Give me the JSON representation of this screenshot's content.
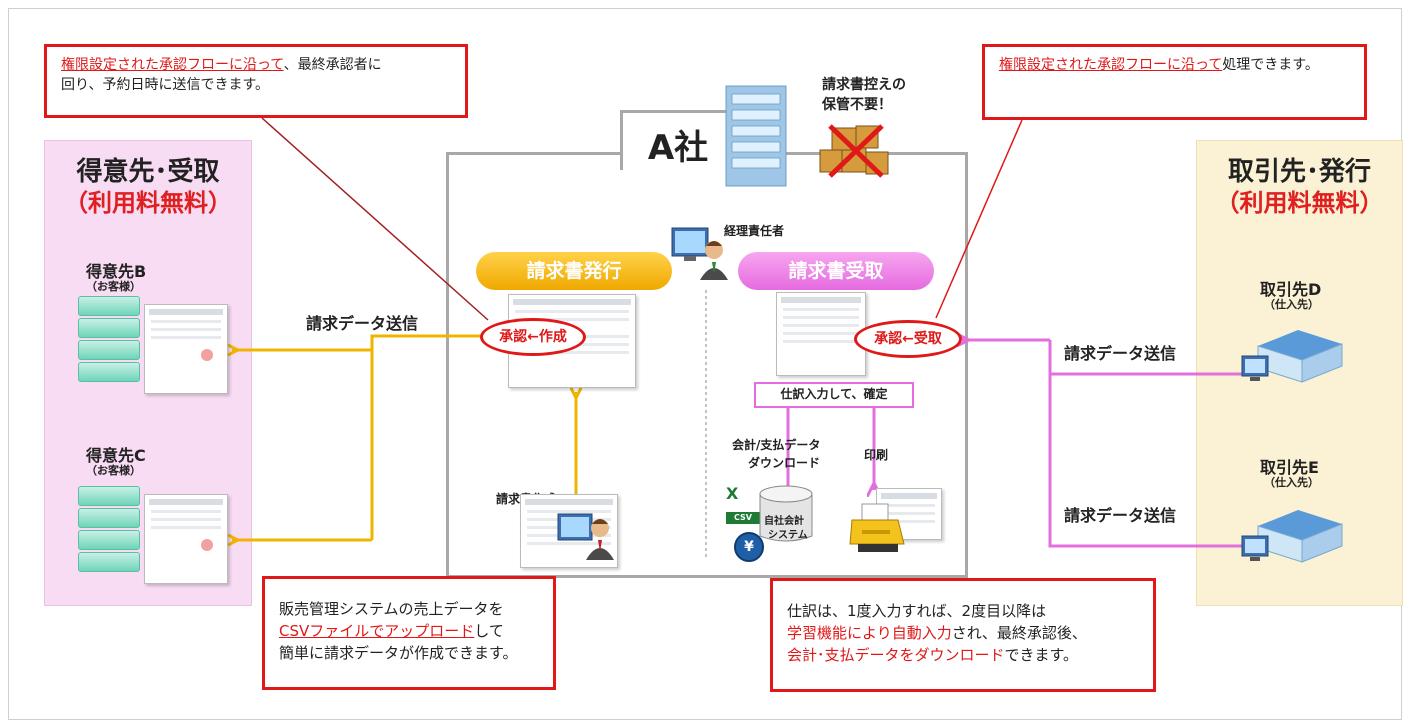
{
  "company": {
    "name": "A社",
    "storage_note": [
      "請求書控えの",
      "保管不要！"
    ]
  },
  "left_panel": {
    "title": "得意先･受取",
    "subtitle": "（利用料無料）",
    "clients": [
      {
        "name": "得意先B",
        "note": "（お客様）"
      },
      {
        "name": "得意先C",
        "note": "（お客様）"
      }
    ]
  },
  "right_panel": {
    "title": "取引先･発行",
    "subtitle": "（利用料無料）",
    "suppliers": [
      {
        "name": "取引先D",
        "note": "（仕入先）"
      },
      {
        "name": "取引先E",
        "note": "（仕入先）"
      }
    ]
  },
  "center": {
    "manager_label": "経理責任者",
    "issue_pill": "請求書発行",
    "receive_pill": "請求書受取",
    "approve_create": "承認←作成",
    "approve_receive": "承認←受取",
    "journal_box": "仕訳入力して、確定",
    "download_label": [
      "会計/支払データ",
      "ダウンロード"
    ],
    "print_label": "印刷",
    "excel_mark": "X",
    "csv_mark": "CSV",
    "system_label": [
      "自社会計",
      "システム"
    ],
    "yen_mark": "¥",
    "invoice_creation": "請求書作成"
  },
  "flow_labels": {
    "send_left": "請求データ送信",
    "send_right_1": "請求データ送信",
    "send_right_2": "請求データ送信"
  },
  "callouts": {
    "top_left": {
      "highlight": "権限設定された承認フローに沿って",
      "rest1": "、最終承認者に",
      "line2": "回り、予約日時に送信できます。"
    },
    "top_right": {
      "highlight": "権限設定された承認フローに沿って",
      "rest": "処理できます。"
    },
    "bottom_left": {
      "line1": "販売管理システムの売上データを",
      "highlight": "CSVファイルでアップロード",
      "rest2": "して",
      "line3": "簡単に請求データが作成できます。"
    },
    "bottom_right": {
      "line1": "仕訳は、1度入力すれば、2度目以降は",
      "highlight2": "学習機能により自動入力",
      "rest2": "され、最終承認後、",
      "highlight3": "会計･支払データをダウンロード",
      "rest3": "できます。"
    }
  },
  "colors": {
    "callout_border": "#e01818",
    "left_panel": "#f7dcf3",
    "right_panel": "#fbf2d5",
    "orange_arrow": "#f0b400",
    "pink_arrow": "#e36fdd"
  }
}
